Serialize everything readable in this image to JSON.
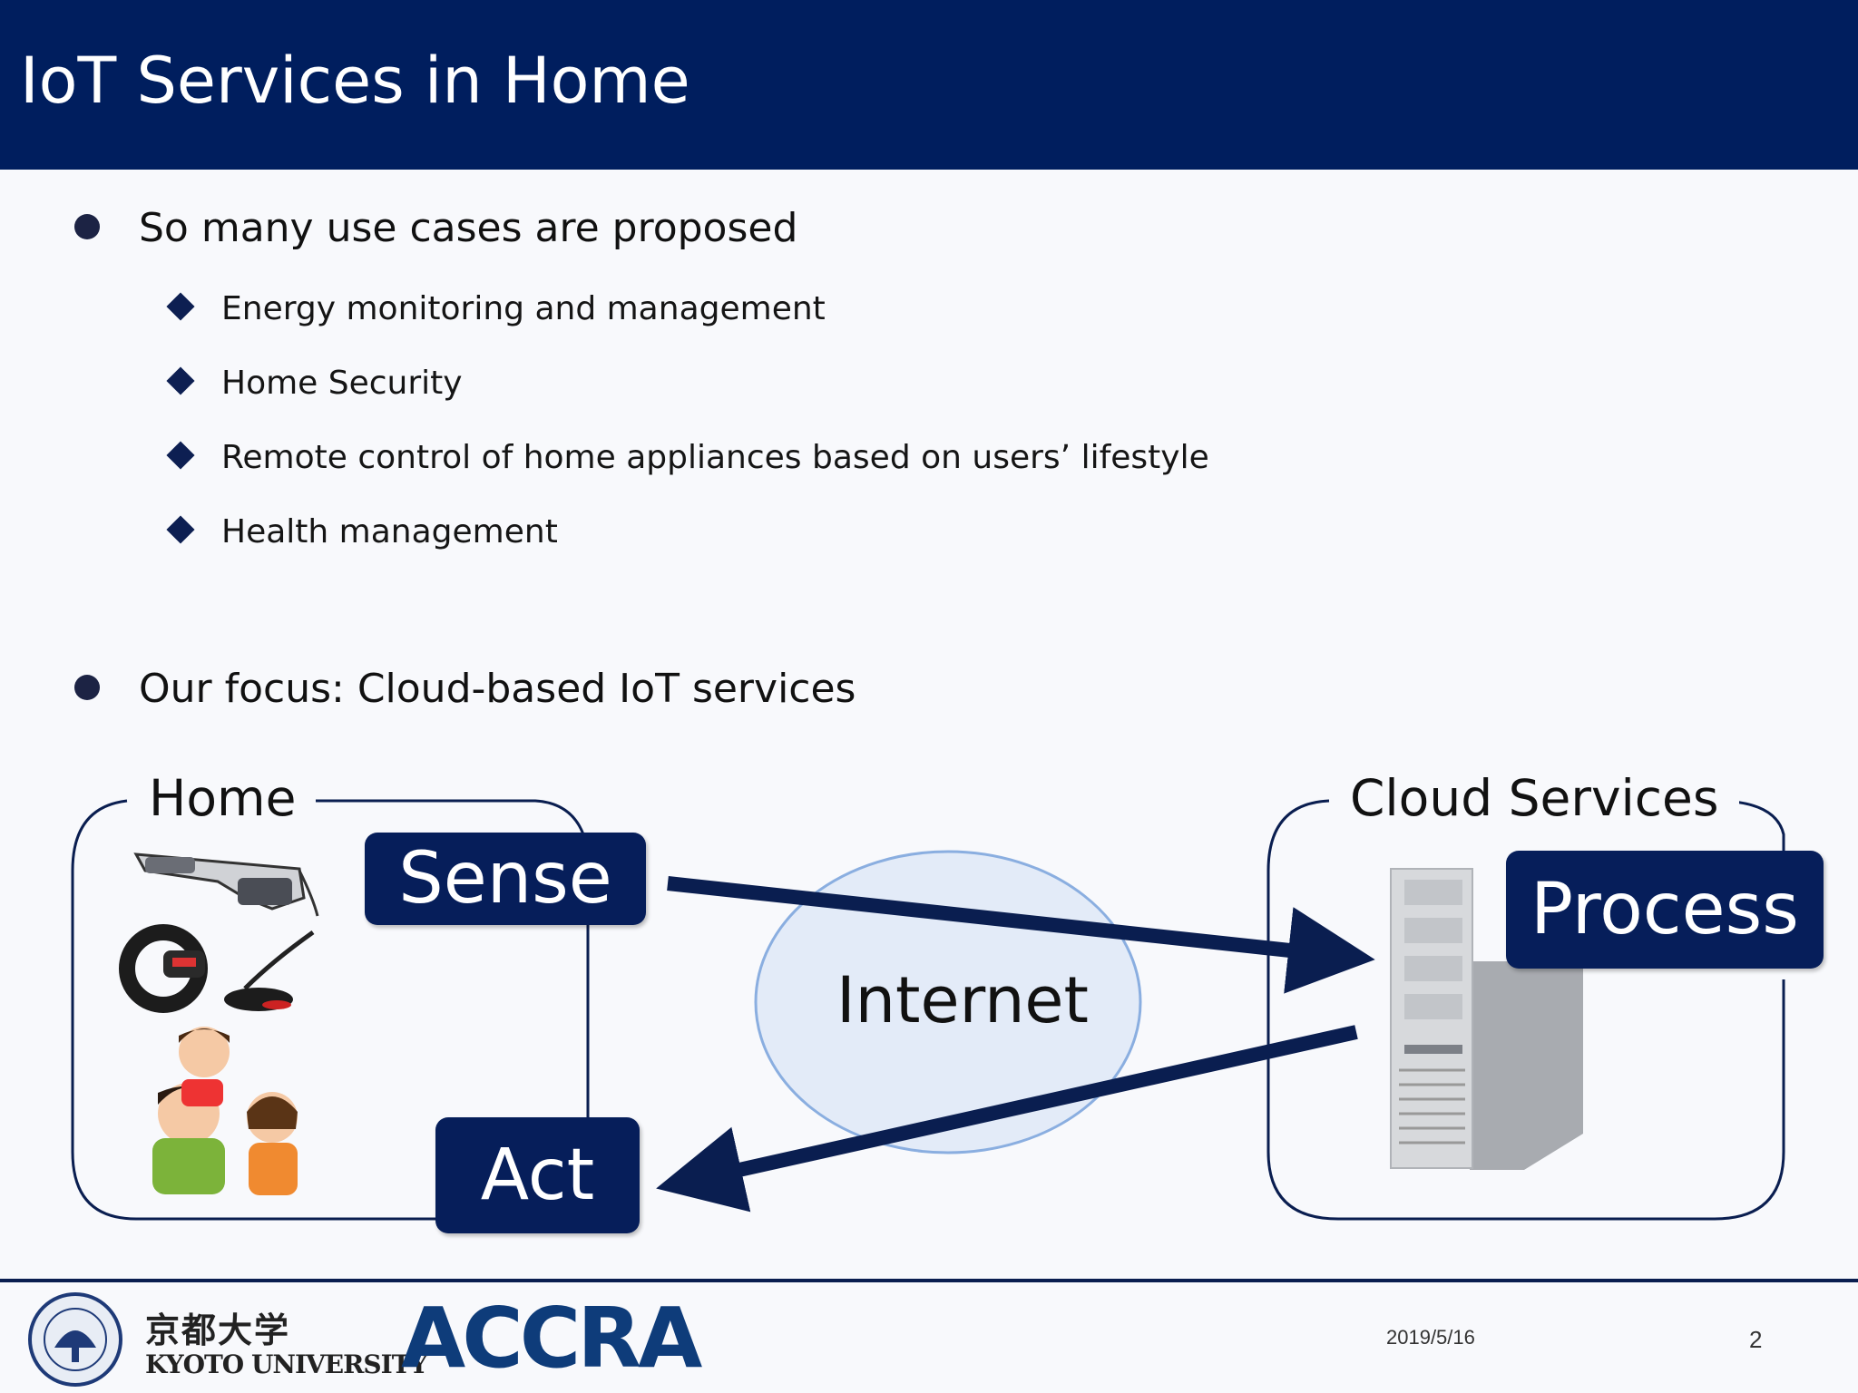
{
  "slide": {
    "title": "IoT Services in Home",
    "bullets": [
      {
        "text": "So many use cases are proposed",
        "sub_items": [
          "Energy monitoring and management",
          "Home Security",
          "Remote control of home appliances based on users’ lifestyle",
          "Health management"
        ]
      },
      {
        "text": "Our focus: Cloud-based IoT services"
      }
    ]
  },
  "diagram": {
    "home_label": "Home",
    "cloud_label": "Cloud Services",
    "internet_label": "Internet",
    "sense_label": "Sense",
    "process_label": "Process",
    "act_label": "Act",
    "colors": {
      "box_fill": "#061e5a",
      "arrow": "#0a1e50",
      "cloud_fill": "#e3ebf8",
      "cloud_stroke": "#8aaee0"
    }
  },
  "footer": {
    "university_jp": "京都大学",
    "university_en": "KYOTO UNIVERSITY",
    "project_logo": "ACCRA",
    "date": "2019/5/16",
    "page_number": "2"
  },
  "icons": [
    "smart-glasses-icon",
    "fitness-band-icon",
    "microphone-icon",
    "family-icon",
    "server-icon",
    "kyoto-university-seal-icon"
  ]
}
